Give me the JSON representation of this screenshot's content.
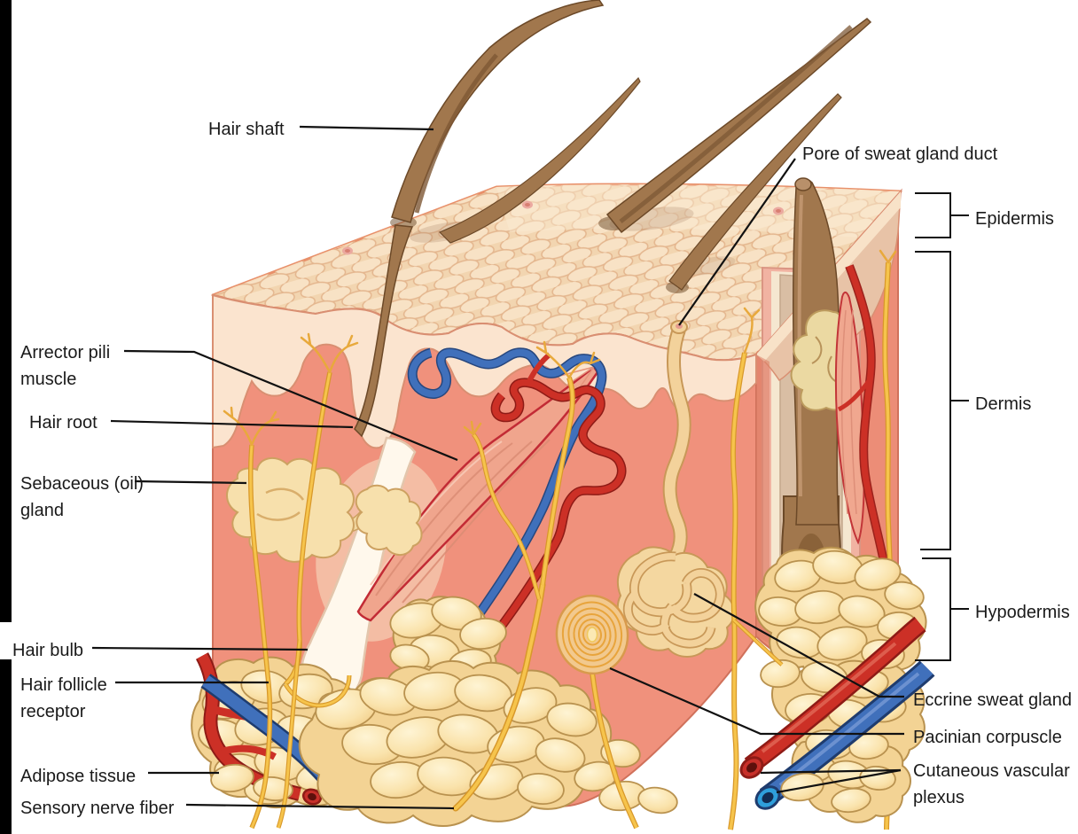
{
  "figure": {
    "description": "Cross-section illustration of human skin",
    "labels": {
      "hair_shaft": "Hair shaft",
      "pore_of_sweat_gland_duct": "Pore of sweat gland duct",
      "arrector_pili_muscle": {
        "line1": "Arrector pili",
        "line2": "muscle"
      },
      "hair_root": "Hair root",
      "sebaceous_oil_gland": {
        "line1": "Sebaceous (oil)",
        "line2": "gland"
      },
      "hair_bulb": "Hair bulb",
      "hair_follicle_receptor": {
        "line1": "Hair follicle",
        "line2": "receptor"
      },
      "adipose_tissue": "Adipose tissue",
      "sensory_nerve_fiber": "Sensory nerve fiber",
      "epidermis": "Epidermis",
      "dermis": "Dermis",
      "hypodermis": "Hypodermis",
      "eccrine_sweat_gland": "Eccrine sweat gland",
      "pacinian_corpuscle": "Pacinian corpuscle",
      "cutaneous_vascular_plexus": {
        "line1": "Cutaneous vascular",
        "line2": "plexus"
      }
    },
    "colors": {
      "background": "#ffffff",
      "label_text": "#1a1a1a",
      "leader_line": "#111111",
      "skin_surface": "#f2d5b0",
      "surface_cells": "#f8e3c6",
      "epidermis": "#fbe4cf",
      "dermis": "#f0917c",
      "dermis_side": "#ec8d77",
      "hair": "#a1774d",
      "follicle": "#fff8ec",
      "muscle": "#f0a58d",
      "nerve": "#f6c44c",
      "artery": "#cc3026",
      "vein": "#4070bb",
      "gland": "#f7e0ac",
      "sweat_gland": "#f3d29b",
      "adipose": "#fbe7b4",
      "left_edge_bar": "#000000"
    }
  }
}
